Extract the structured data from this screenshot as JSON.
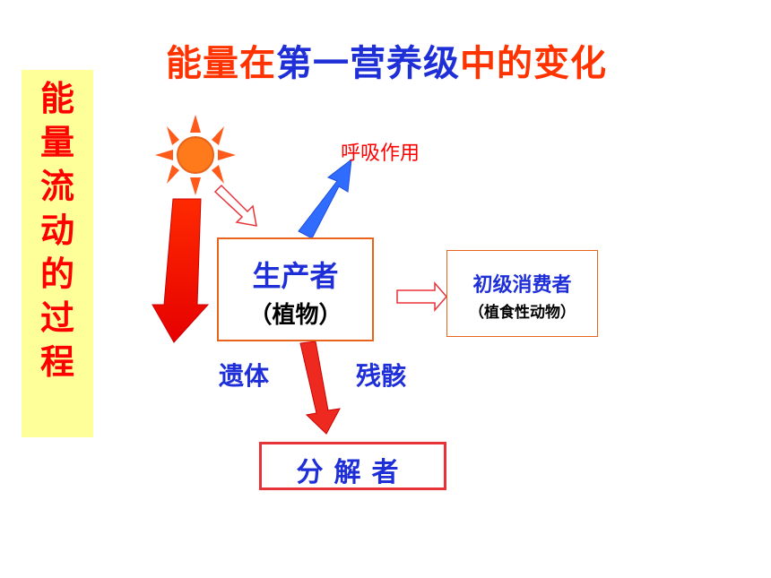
{
  "title": {
    "part1": "能量在",
    "part2": "第一营养级",
    "part3": "中的变化",
    "color_red": "#ff3300",
    "color_blue": "#1f2fd8"
  },
  "sidebar": {
    "chars": [
      "能",
      "量",
      "流",
      "动",
      "的",
      "过",
      "程"
    ]
  },
  "producer": {
    "line1": "生产者",
    "line2": "（植物）"
  },
  "consumer": {
    "line1": "初级消费者",
    "line2": "（植食性动物）"
  },
  "decomposer": {
    "label": "分解者"
  },
  "respiration": "呼吸作用",
  "remains": "遗体",
  "residue": "残骸",
  "icons": {
    "sun": "sun-icon"
  }
}
